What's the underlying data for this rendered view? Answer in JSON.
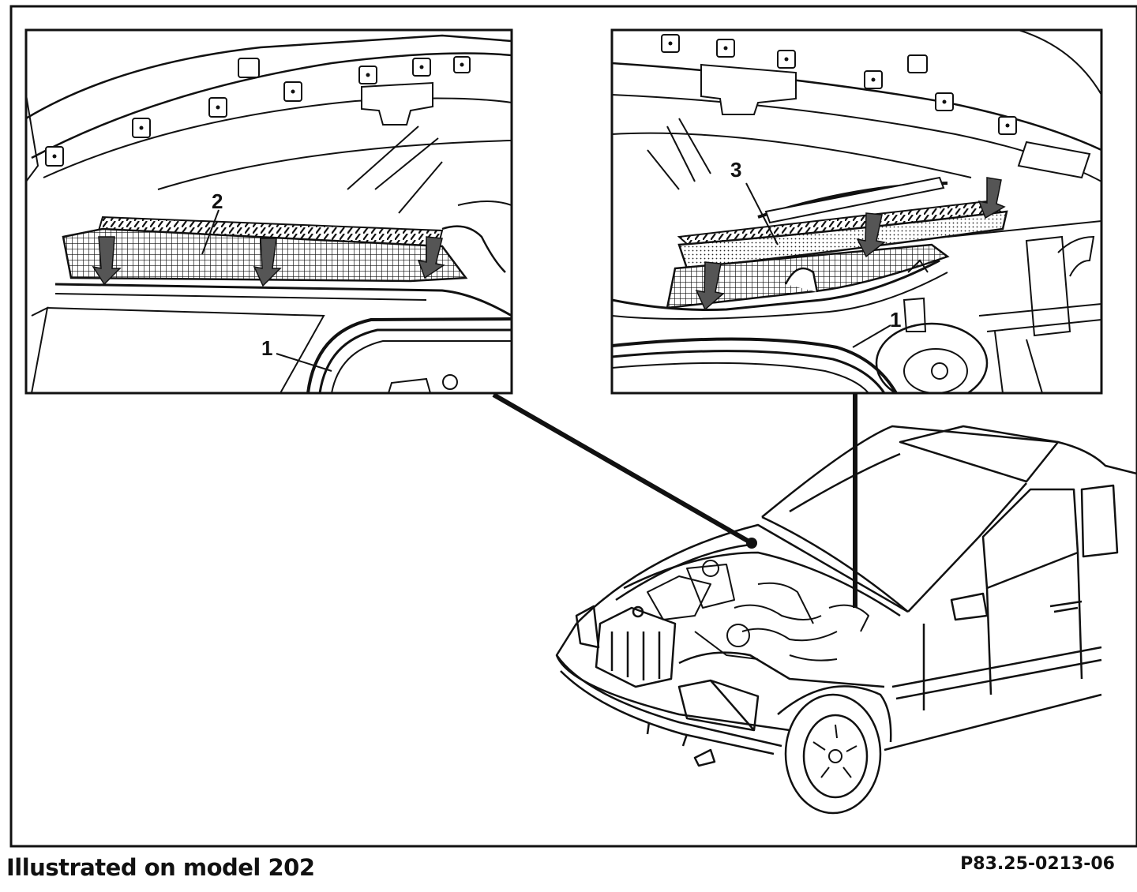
{
  "figure": {
    "callouts": {
      "left_1": "1",
      "left_2": "2",
      "right_3": "3",
      "right_1": "1"
    },
    "caption": "Illustrated on model 202",
    "reference_code": "P83.25-0213-06"
  },
  "colors": {
    "ink": "#111111",
    "paper": "#ffffff",
    "arrow_fill": "#555555"
  }
}
